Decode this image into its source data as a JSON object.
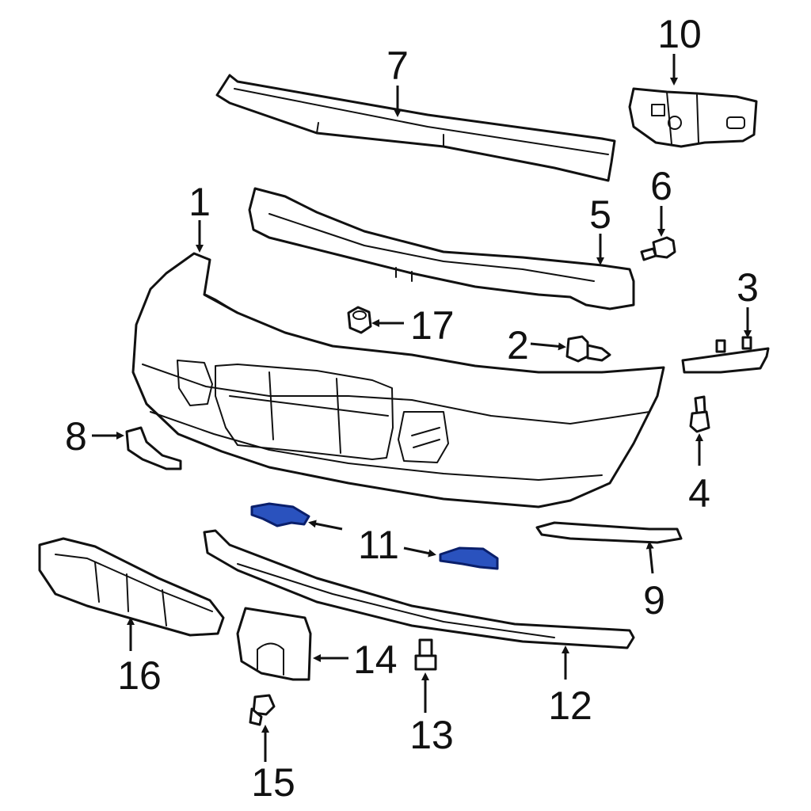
{
  "highlight_color": "#2a52be",
  "callouts": {
    "c1": "1",
    "c2": "2",
    "c3": "3",
    "c4": "4",
    "c5": "5",
    "c6": "6",
    "c7": "7",
    "c8": "8",
    "c9": "9",
    "c10": "10",
    "c11": "11",
    "c12": "12",
    "c13": "13",
    "c14": "14",
    "c15": "15",
    "c16": "16",
    "c17": "17"
  }
}
